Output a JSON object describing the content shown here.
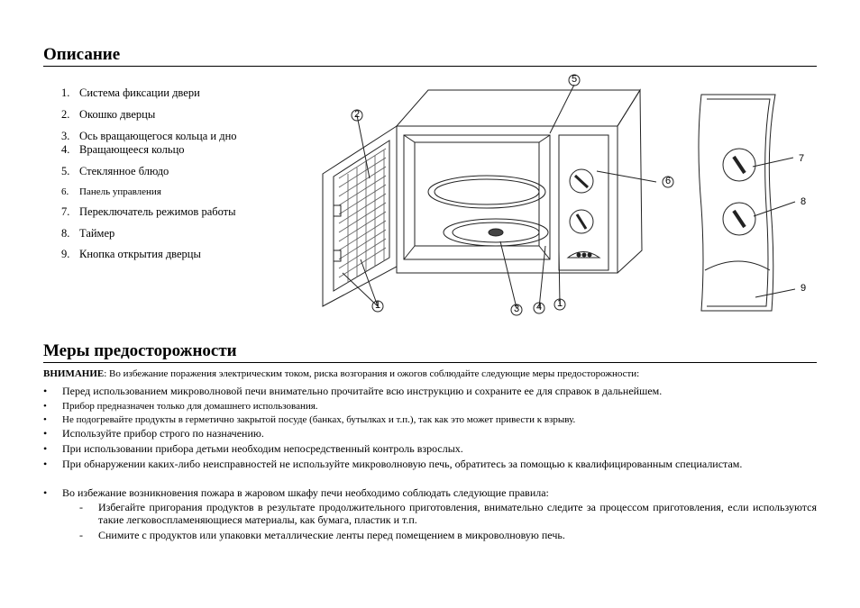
{
  "section1": {
    "title": "Описание"
  },
  "parts": [
    {
      "num": "1.",
      "text": "Система фиксации двери"
    },
    {
      "num": "2.",
      "text": "Окошко дверцы"
    },
    {
      "num": "3.",
      "text": "Ось вращающегося кольца и дно"
    },
    {
      "num": "4.",
      "text": "Вращающееся кольцо"
    },
    {
      "num": "5.",
      "text": "Стеклянное блюдо"
    },
    {
      "num": "6.",
      "text": "Панель управления"
    },
    {
      "num": "7.",
      "text": "Переключатель режимов работы"
    },
    {
      "num": "8.",
      "text": "Таймер"
    },
    {
      "num": "9.",
      "text": "Кнопка открытия дверцы"
    }
  ],
  "diagram_labels": {
    "l1a": "1",
    "l1b": "1",
    "l2": "2",
    "l3": "3",
    "l4": "4",
    "l5": "5",
    "l6": "6",
    "l7": "7",
    "l8": "8",
    "l9": "9"
  },
  "section2": {
    "title": "Меры предосторожности"
  },
  "warning": {
    "label": "ВНИМАНИЕ",
    "text": ": Во избежание поражения электрическим током, риска возгорания и ожогов соблюдайте следующие меры предосторожности:"
  },
  "bullets": [
    "Перед использованием микроволновой печи внимательно прочитайте всю инструкцию и сохраните ее для справок в дальнейшем.",
    "Прибор предназначен только для домашнего использования.",
    "Не подогревайте продукты в герметично закрытой посуде (банках, бутылках и т.п.),  так как это может привести к взрыву.",
    "Используйте прибор строго по назначению.",
    "При использовании прибора детьми необходим непосредственный контроль взрослых.",
    "При обнаружении каких-либо неисправностей не используйте микроволновую печь, обратитесь за помощью к квалифицированным специалистам.",
    "Во избежание возникновения пожара в жаровом шкафу печи необходимо соблюдать следующие правила:"
  ],
  "bullet_symbol": "•",
  "sub_bullets": [
    "Избегайте пригорания продуктов в результате продолжительного приготовления, внимательно следите за процессом приготовления, если используются такие легковоспламеняющиеся материалы, как бумага, пластик и т.п.",
    "Снимите с продуктов или упаковки металлические ленты перед помещением в микроволновую печь."
  ],
  "sub_symbol": "-"
}
